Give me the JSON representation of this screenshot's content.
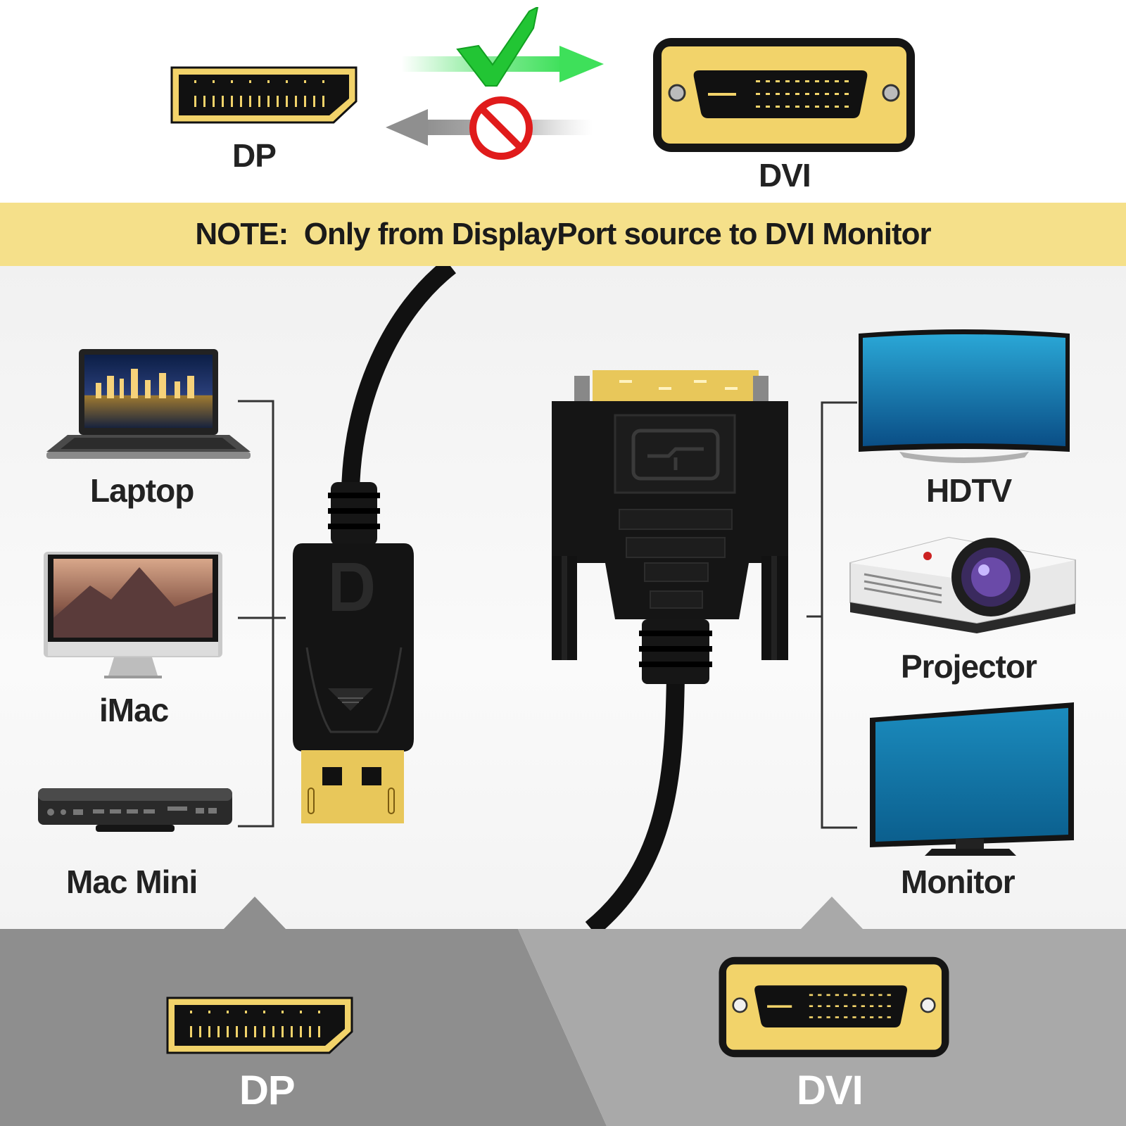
{
  "top": {
    "dp_label": "DP",
    "dvi_label": "DVI"
  },
  "note": {
    "text": "NOTE:  Only from DisplayPort source to DVI Monitor"
  },
  "sources": [
    {
      "label": "Laptop"
    },
    {
      "label": "iMac"
    },
    {
      "label": "Mac Mini"
    }
  ],
  "displays": [
    {
      "label": "HDTV"
    },
    {
      "label": "Projector"
    },
    {
      "label": "Monitor"
    }
  ],
  "bottom": {
    "dp_label": "DP",
    "dvi_label": "DVI"
  },
  "colors": {
    "note_band": "#f5e08a",
    "gold": "#e8c75a",
    "connector_black": "#111111",
    "allowed_arrow": "#3ee05a",
    "blocked_arrow": "#9a9a9a",
    "prohibited": "#e01b1b",
    "bottom_left": "#8e8e8e",
    "bottom_right": "#a9a9a9"
  }
}
